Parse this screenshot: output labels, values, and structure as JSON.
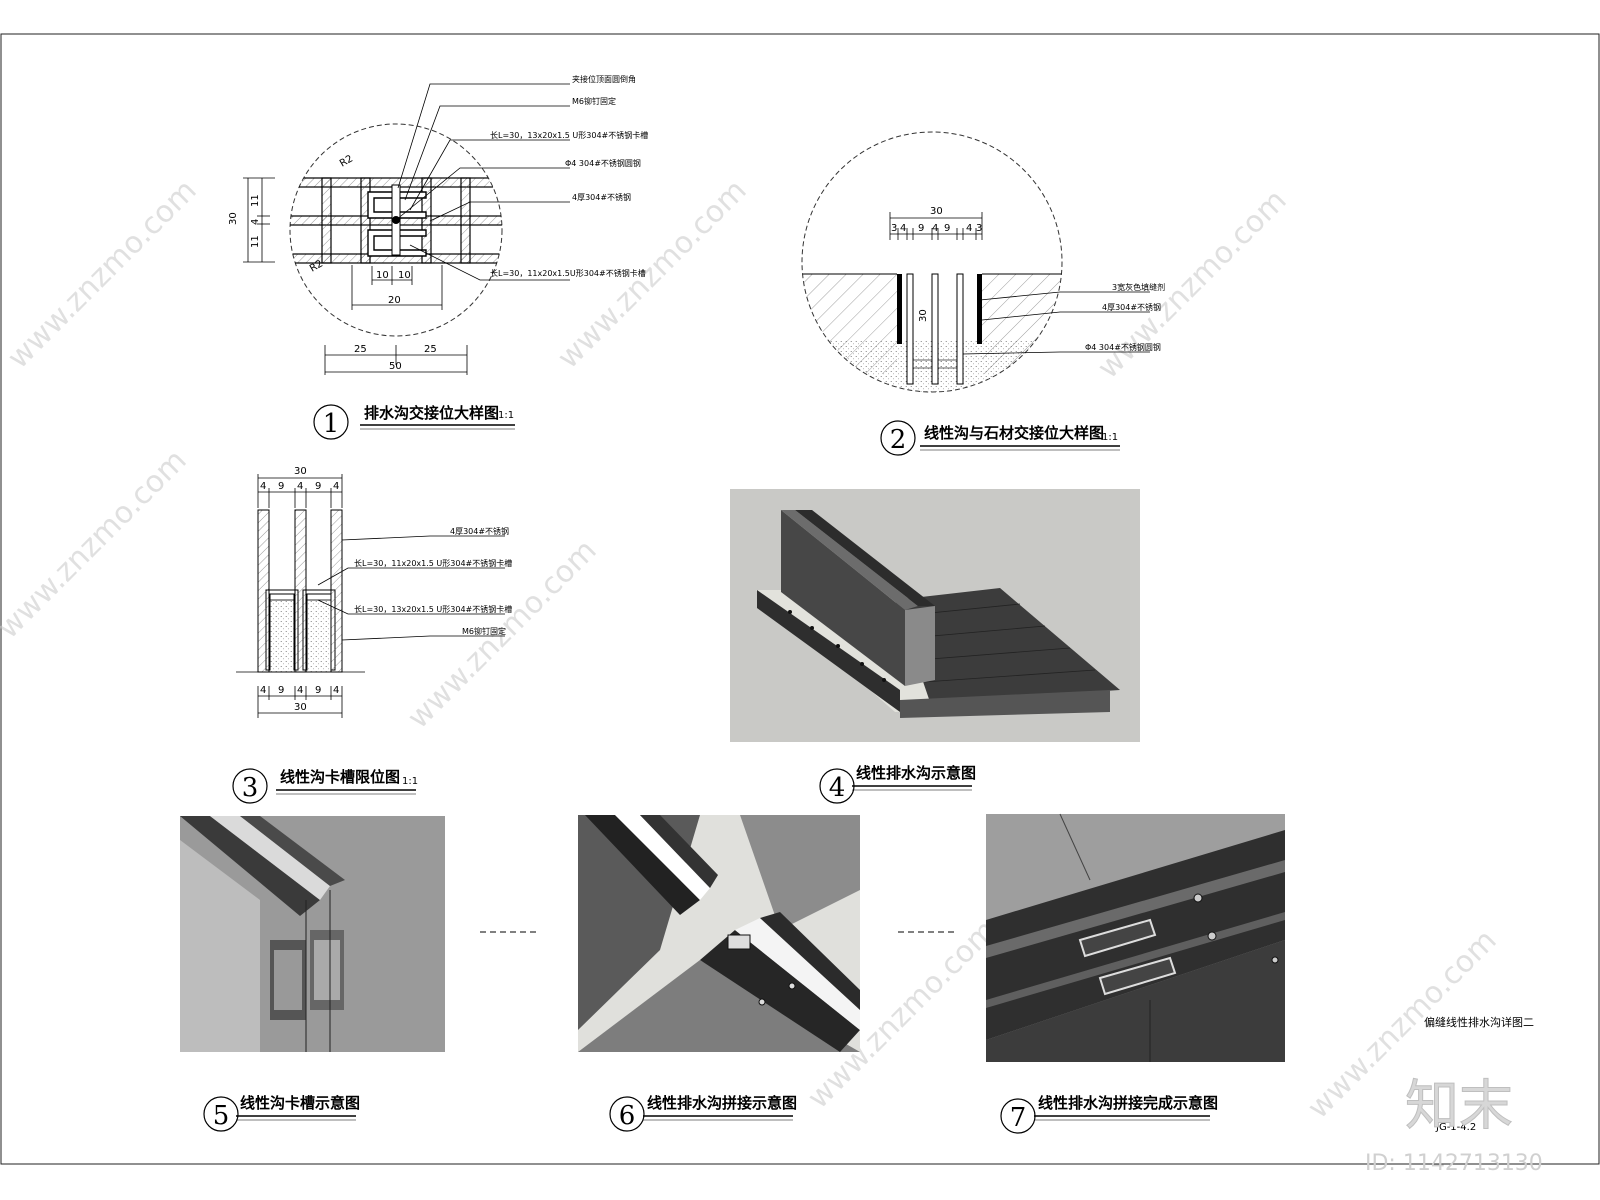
{
  "details": [
    {
      "no": "1",
      "title": "排水沟交接位大样图",
      "scale": "1:1"
    },
    {
      "no": "2",
      "title": "线性沟与石材交接位大样图",
      "scale": "1:1"
    },
    {
      "no": "3",
      "title": "线性沟卡槽限位图",
      "scale": "1:1"
    },
    {
      "no": "4",
      "title": "线性排水沟示意图",
      "scale": ""
    },
    {
      "no": "5",
      "title": "线性沟卡槽示意图",
      "scale": ""
    },
    {
      "no": "6",
      "title": "线性排水沟拼接示意图",
      "scale": ""
    },
    {
      "no": "7",
      "title": "线性排水沟拼接完成示意图",
      "scale": ""
    }
  ],
  "detail1": {
    "notes": [
      "夹接位顶面圆倒角",
      "M6铆钉固定",
      "长L=30，13x20x1.5 U形304#不锈钢卡槽",
      "Φ4 304#不锈钢圆钢",
      "4厚304#不锈钢",
      "长L=30，11x20x1.5U形304#不锈钢卡槽"
    ],
    "radius_labels": [
      "R2",
      "R2"
    ],
    "dims": {
      "overall": "30",
      "v1": "11",
      "v2": "4",
      "v3": "11",
      "a": "10",
      "b": "10",
      "c": "20",
      "d": "25",
      "e": "25",
      "f": "50"
    }
  },
  "detail2": {
    "notes": [
      "3宽灰色填缝剂",
      "4厚304#不锈钢",
      "Φ4 304#不锈钢圆钢"
    ],
    "top_dim": "30",
    "segs": [
      "3",
      "4",
      "9",
      "4",
      "9",
      "4",
      "3"
    ],
    "depth": "30"
  },
  "detail3": {
    "notes": [
      "4厚304#不锈钢",
      "长L=30，11x20x1.5 U形304#不锈钢卡槽",
      "长L=30，13x20x1.5 U形304#不锈钢卡槽",
      "M6铆钉固定"
    ],
    "top_dim": "30",
    "segs": [
      "4",
      "9",
      "4",
      "9",
      "4"
    ],
    "bottom_dim": "30"
  },
  "sheet_title": "偏缝线性排水沟详图二",
  "drawing_no": "JG-1-4.2",
  "watermark": "www.znzmo.com",
  "brand": "知末",
  "image_id": "ID: 1142713130"
}
